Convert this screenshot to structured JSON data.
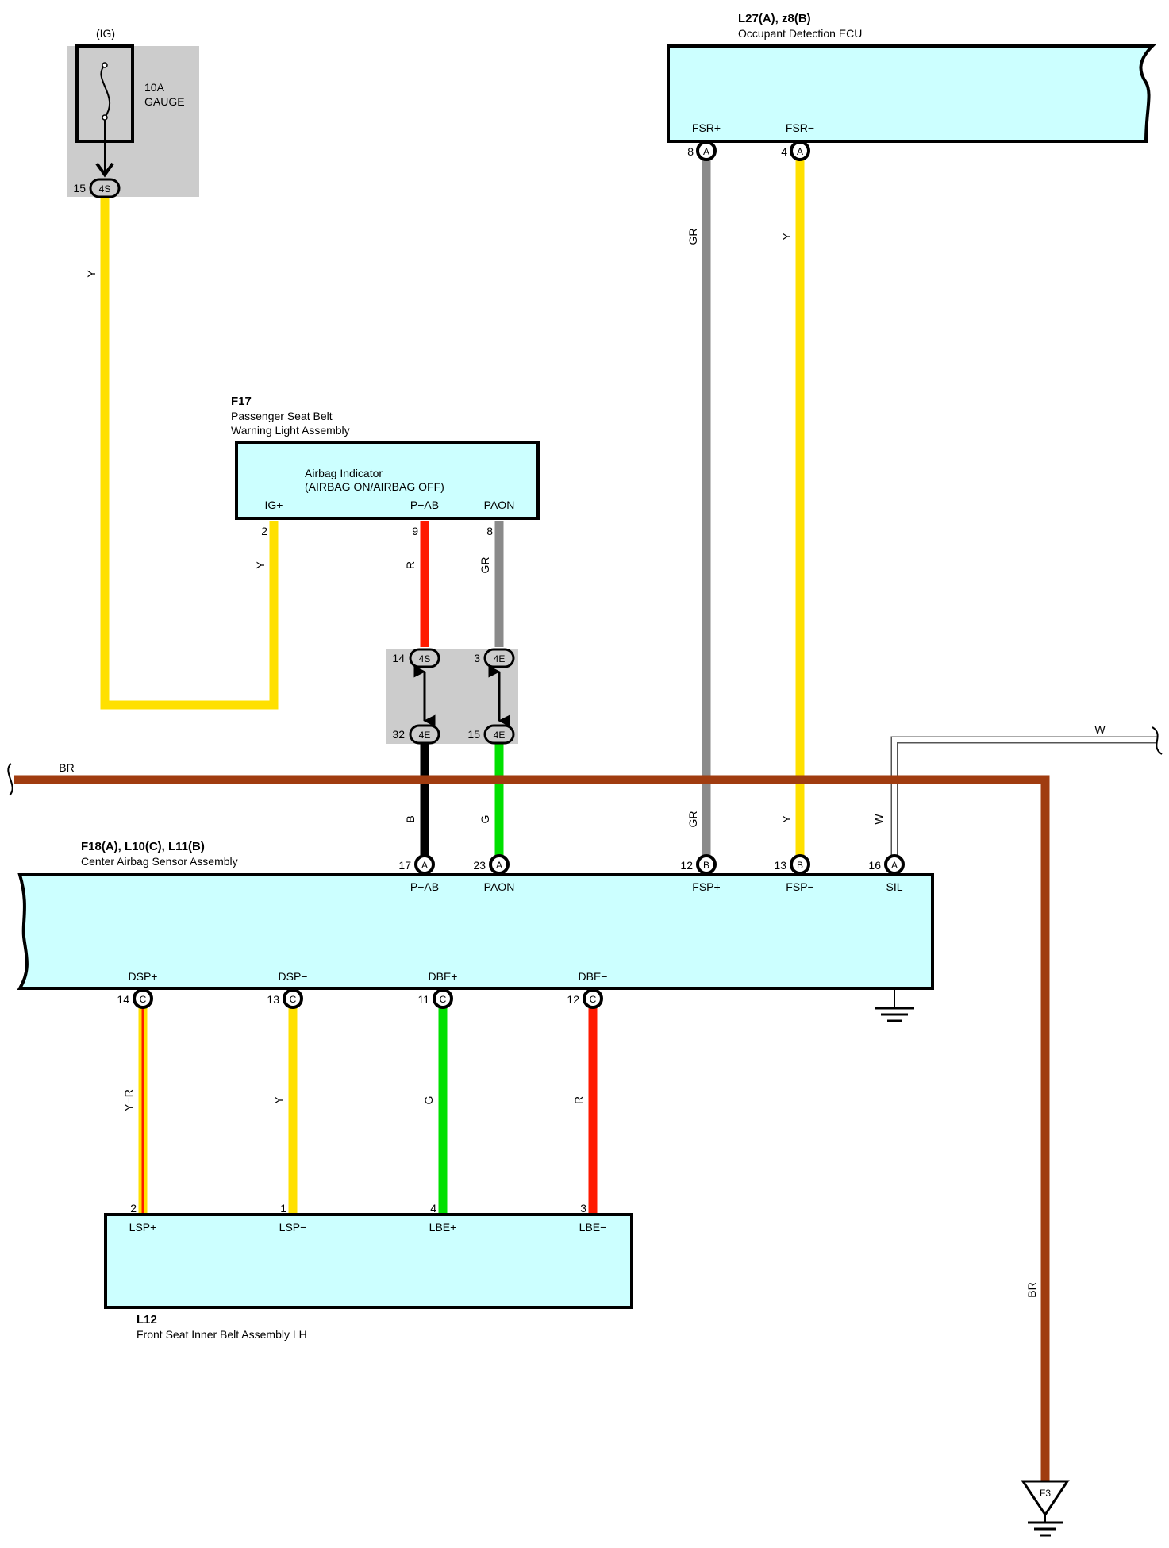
{
  "colors": {
    "Y": "#ffe000",
    "GR": "#8a8a8a",
    "R": "#ff1a00",
    "B": "#000000",
    "G": "#00e000",
    "BR": "#a03c10",
    "W": "#ffffff",
    "ecu_fill": "#ccffff",
    "junction_fill": "#cccccc"
  },
  "fuse": {
    "source": "(IG)",
    "rating": "10A",
    "name": "GAUGE",
    "pin": "15",
    "connector": "4S"
  },
  "l27": {
    "code": "L27(A), z8(B)",
    "name": "Occupant Detection ECU",
    "pins": [
      {
        "label": "FSR+",
        "num": "8",
        "conn": "A",
        "wire": "GR"
      },
      {
        "label": "FSR−",
        "num": "4",
        "conn": "A",
        "wire": "Y"
      }
    ]
  },
  "f17": {
    "code": "F17",
    "name1": "Passenger Seat Belt",
    "name2": "Warning Light Assembly",
    "inner1": "Airbag Indicator",
    "inner2": "(AIRBAG ON/AIRBAG OFF)",
    "pins": [
      {
        "label": "IG+",
        "num": "2",
        "wire": "Y"
      },
      {
        "label": "P−AB",
        "num": "9",
        "wire": "R"
      },
      {
        "label": "PAON",
        "num": "8",
        "wire": "GR"
      }
    ]
  },
  "junctions": [
    {
      "num": "14",
      "conn": "4S"
    },
    {
      "num": "3",
      "conn": "4E"
    },
    {
      "num": "32",
      "conn": "4E"
    },
    {
      "num": "15",
      "conn": "4E"
    }
  ],
  "ground_bus": {
    "wire": "BR",
    "wire_w": "W",
    "ground_point": "F3"
  },
  "center": {
    "code": "F18(A), L10(C), L11(B)",
    "name": "Center Airbag Sensor Assembly",
    "top_pins": [
      {
        "label": "P−AB",
        "num": "17",
        "conn": "A",
        "wire": "B"
      },
      {
        "label": "PAON",
        "num": "23",
        "conn": "A",
        "wire": "G"
      },
      {
        "label": "FSP+",
        "num": "12",
        "conn": "B",
        "wire": "GR"
      },
      {
        "label": "FSP−",
        "num": "13",
        "conn": "B",
        "wire": "Y"
      },
      {
        "label": "SIL",
        "num": "16",
        "conn": "A",
        "wire": "W"
      }
    ],
    "bottom_pins": [
      {
        "label": "DSP+",
        "num": "14",
        "conn": "C",
        "wire": "Y−R"
      },
      {
        "label": "DSP−",
        "num": "13",
        "conn": "C",
        "wire": "Y"
      },
      {
        "label": "DBE+",
        "num": "11",
        "conn": "C",
        "wire": "G"
      },
      {
        "label": "DBE−",
        "num": "12",
        "conn": "C",
        "wire": "R"
      }
    ]
  },
  "l12": {
    "code": "L12",
    "name": "Front Seat Inner Belt Assembly LH",
    "pins": [
      {
        "label": "LSP+",
        "num": "2"
      },
      {
        "label": "LSP−",
        "num": "1"
      },
      {
        "label": "LBE+",
        "num": "4"
      },
      {
        "label": "LBE−",
        "num": "3"
      }
    ]
  }
}
